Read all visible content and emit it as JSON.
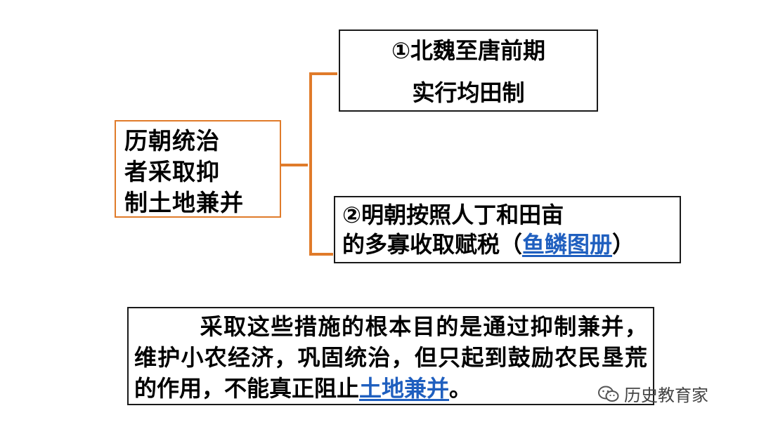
{
  "left_box": {
    "lines": [
      "历朝统治",
      "者采取抑",
      "制土地兼并"
    ]
  },
  "top_box": {
    "line1": "①北魏至唐前期",
    "line2": "实行均田制"
  },
  "mid_box": {
    "line1": "②明朝按照人丁和田亩",
    "line2_prefix": "的多寡收取赋税（",
    "line2_link": "鱼鳞图册",
    "line2_suffix": "）"
  },
  "bottom_box": {
    "text_main": "采取这些措施的根本目的是通过抑制兼并，维护小农经济，巩固统治，但只起到鼓励农民垦荒的作用，不能真正阻止",
    "text_link": "土地兼并",
    "text_end": "。"
  },
  "watermark": {
    "label": "历史教育家",
    "icon": "wechat-icon"
  },
  "colors": {
    "connector": "#e07b2a",
    "left_border": "#e07b2a",
    "link": "#1f5fbf"
  }
}
